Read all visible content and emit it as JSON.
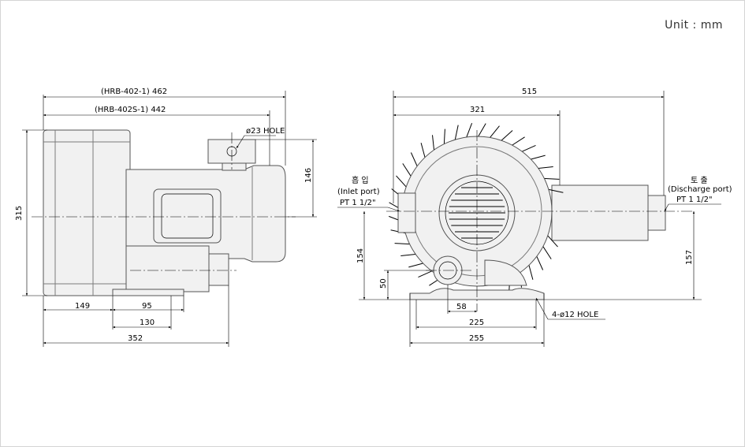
{
  "unit_label": "Unit : mm",
  "side_view": {
    "dim_hrb402": "(HRB-402-1) 462",
    "dim_hrb402s": "(HRB-402S-1) 442",
    "dim_height": "315",
    "dim_hole_label": "ø23 HOLE",
    "dim_146": "146",
    "dim_149": "149",
    "dim_95": "95",
    "dim_130": "130",
    "dim_352": "352"
  },
  "front_view": {
    "dim_515": "515",
    "dim_321": "321",
    "inlet_korean": "흡 입",
    "inlet_label": "(Inlet port)",
    "inlet_size": "PT 1 1/2\"",
    "discharge_korean": "토 출",
    "discharge_label": "(Discharge port)",
    "discharge_size": "PT 1 1/2\"",
    "dim_154": "154",
    "dim_50": "50",
    "dim_157": "157",
    "dim_58": "58",
    "dim_225": "225",
    "dim_255": "255",
    "hole_label": "4-ø12 HOLE"
  }
}
